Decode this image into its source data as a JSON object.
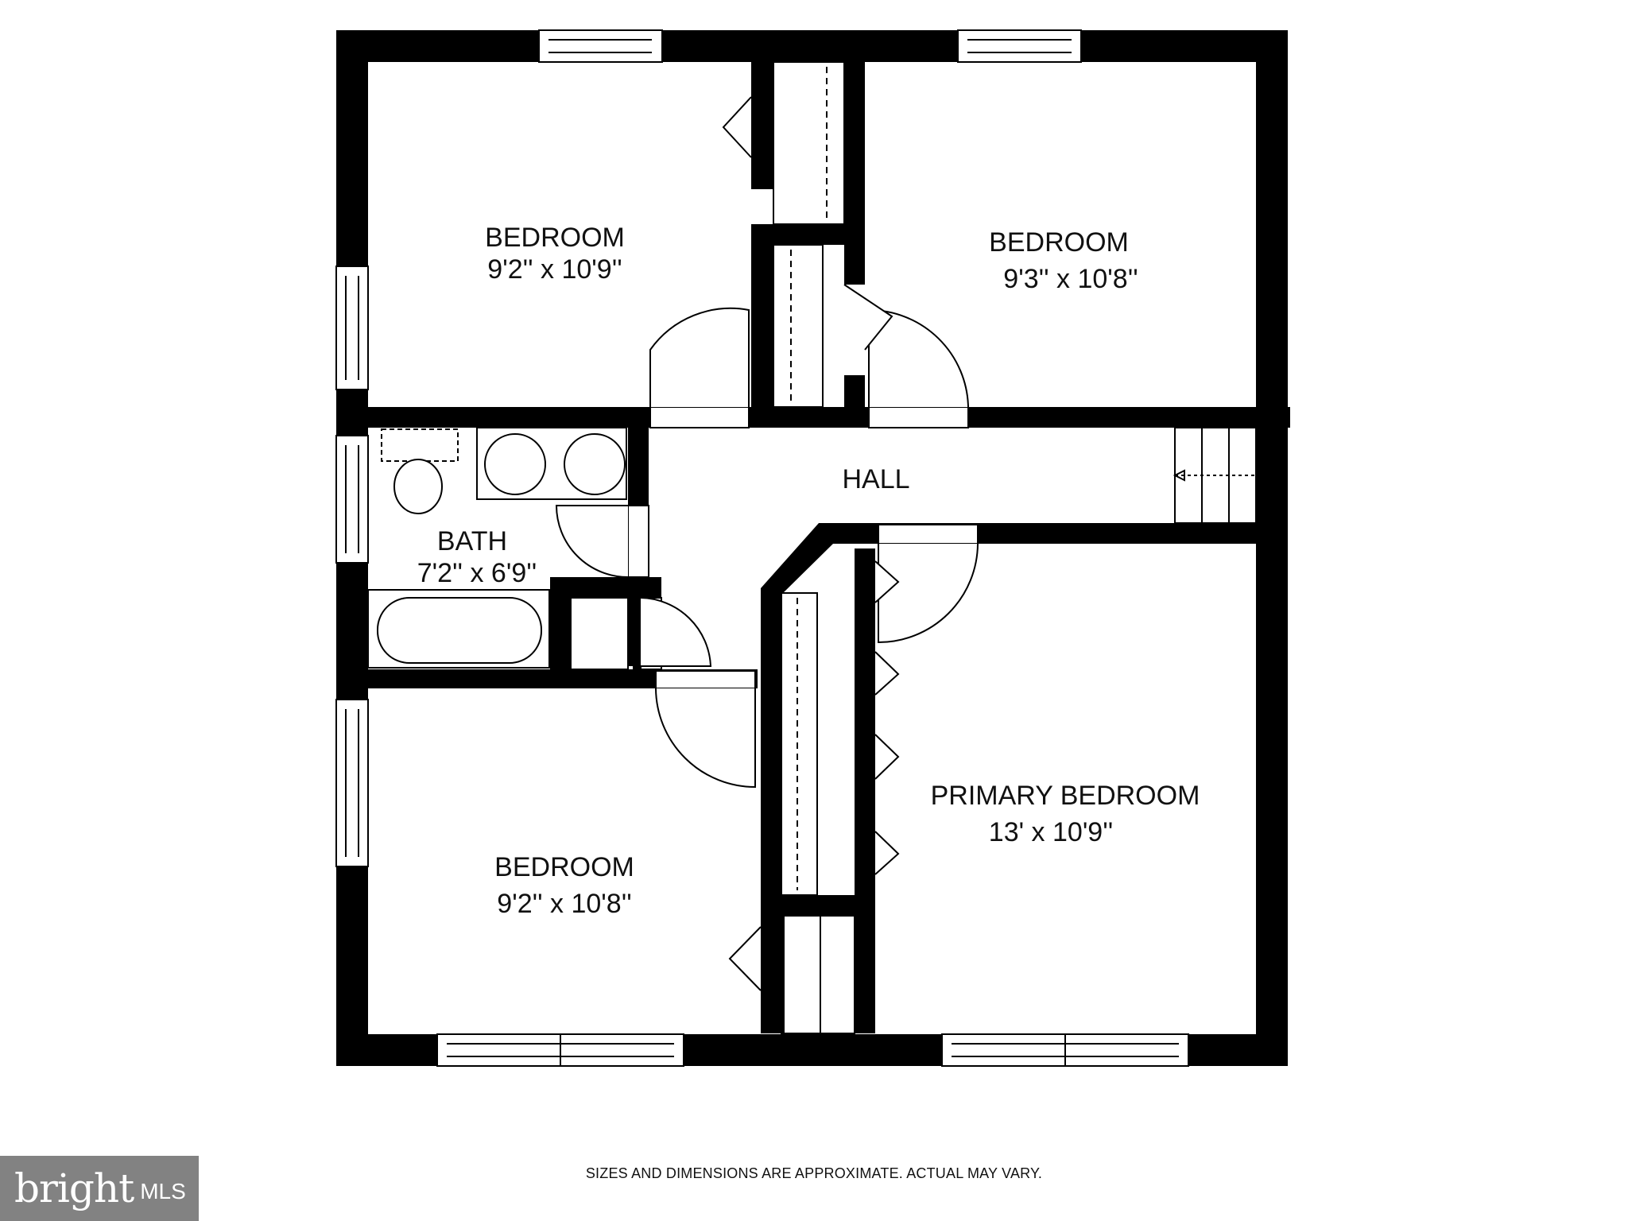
{
  "rooms": [
    {
      "name": "BEDROOM",
      "dims": "9'2'' x 10'9''"
    },
    {
      "name": "BEDROOM",
      "dims": "9'3'' x 10'8''"
    },
    {
      "name": "BATH",
      "dims": "7'2'' x 6'9''"
    },
    {
      "name": "HALL",
      "dims": ""
    },
    {
      "name": "BEDROOM",
      "dims": "9'2'' x 10'8''"
    },
    {
      "name": "PRIMARY BEDROOM",
      "dims": "13' x 10'9''"
    }
  ],
  "disclaimer": "SIZES AND DIMENSIONS ARE APPROXIMATE. ACTUAL MAY VARY.",
  "logo": {
    "word": "bright",
    "suffix": "MLS"
  },
  "colors": {
    "wall": "#000000",
    "background": "#ffffff",
    "logo_bg": "#828282"
  }
}
